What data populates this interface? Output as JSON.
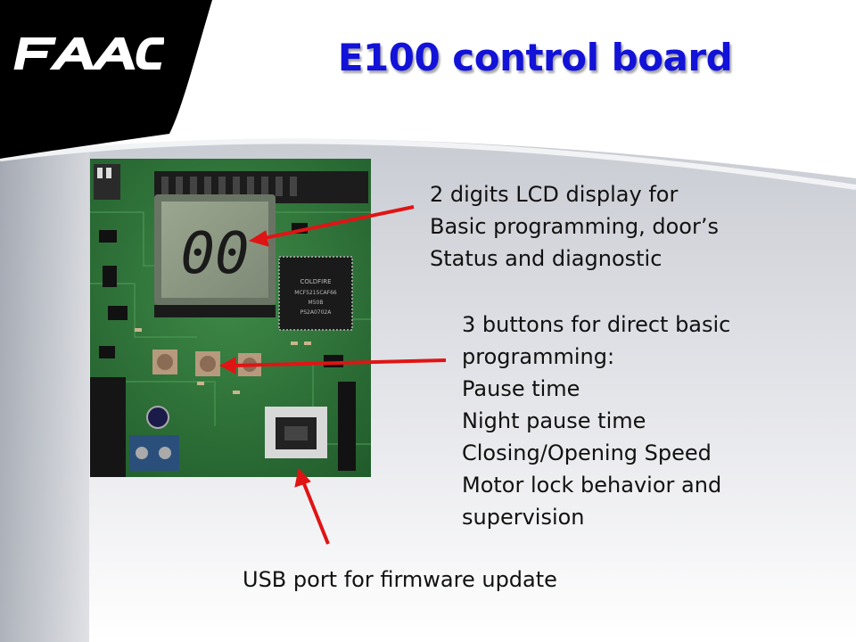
{
  "brand": {
    "logo_text": "FAAC"
  },
  "title": "E100 control board",
  "board_photo": {
    "lcd_digits": "00",
    "chip_text": "COLDFIRE MCF5215CAF66 M50B PS2A0702A"
  },
  "callouts": {
    "lcd": {
      "lines": [
        "2 digits LCD display for",
        "Basic programming, door’s",
        "Status and diagnostic"
      ]
    },
    "buttons": {
      "lines": [
        "3 buttons for direct basic",
        "programming:",
        "Pause time",
        "Night pause time",
        "Closing/Opening Speed",
        "Motor lock behavior and",
        "supervision"
      ]
    },
    "usb": {
      "text": "USB port for firmware update"
    }
  },
  "colors": {
    "title": "#1212d8",
    "arrow": "#e01414",
    "board": "#2e7a3a",
    "banner": "#000000"
  }
}
